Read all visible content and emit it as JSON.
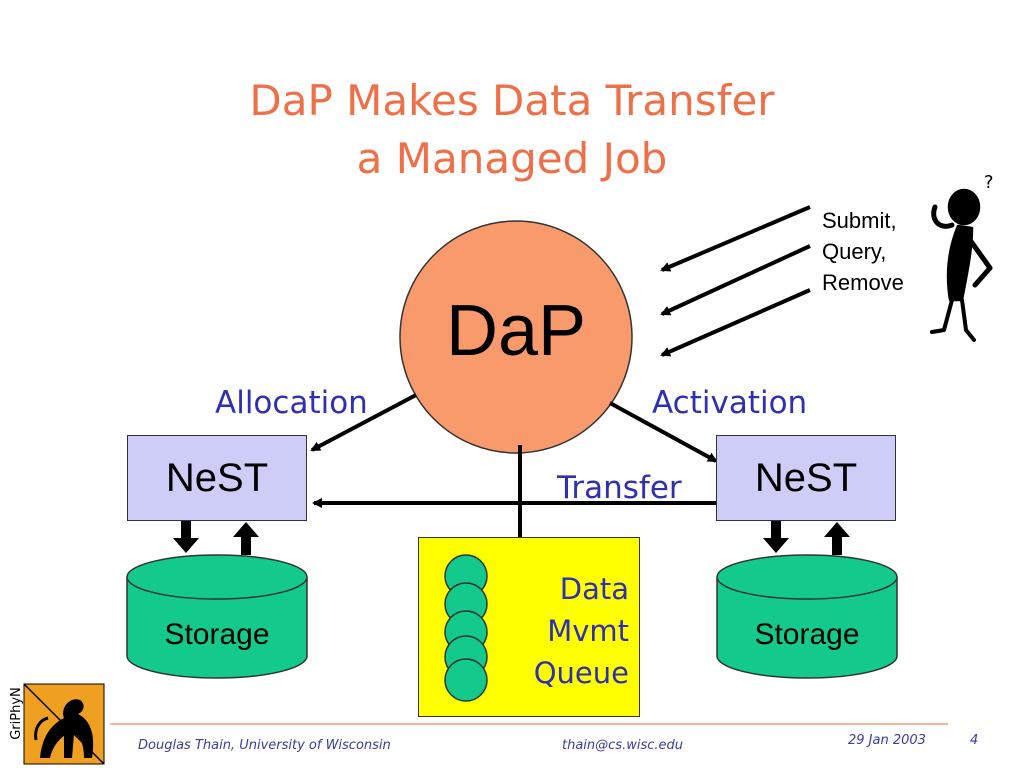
{
  "slide": {
    "title_line1": "DaP Makes Data Transfer",
    "title_line2": "a Managed Job"
  },
  "diagram": {
    "center_label": "DaP",
    "left_node": "NeST",
    "right_node": "NeST",
    "left_storage": "Storage",
    "right_storage": "Storage",
    "queue_lines": [
      "Data",
      "Mvmt",
      "Queue"
    ],
    "edge_allocation": "Allocation",
    "edge_activation": "Activation",
    "edge_transfer": "Transfer",
    "commands": [
      "Submit,",
      "Query,",
      "Remove"
    ],
    "thinker_glyph": "?"
  },
  "footer": {
    "author": "Douglas Thain, University of Wisconsin",
    "email": "thain@cs.wisc.edu",
    "date": "29 Jan 2003",
    "page": "4",
    "logo_text": "GriPhyN"
  },
  "colors": {
    "title": "#ee7048",
    "dap_fill": "#f99a6c",
    "nest_fill": "#cdcdf8",
    "storage_fill": "#13c98b",
    "queue_fill": "#ffff00",
    "label_blue": "#2f2fb4",
    "footer_line": "#f0a080"
  }
}
